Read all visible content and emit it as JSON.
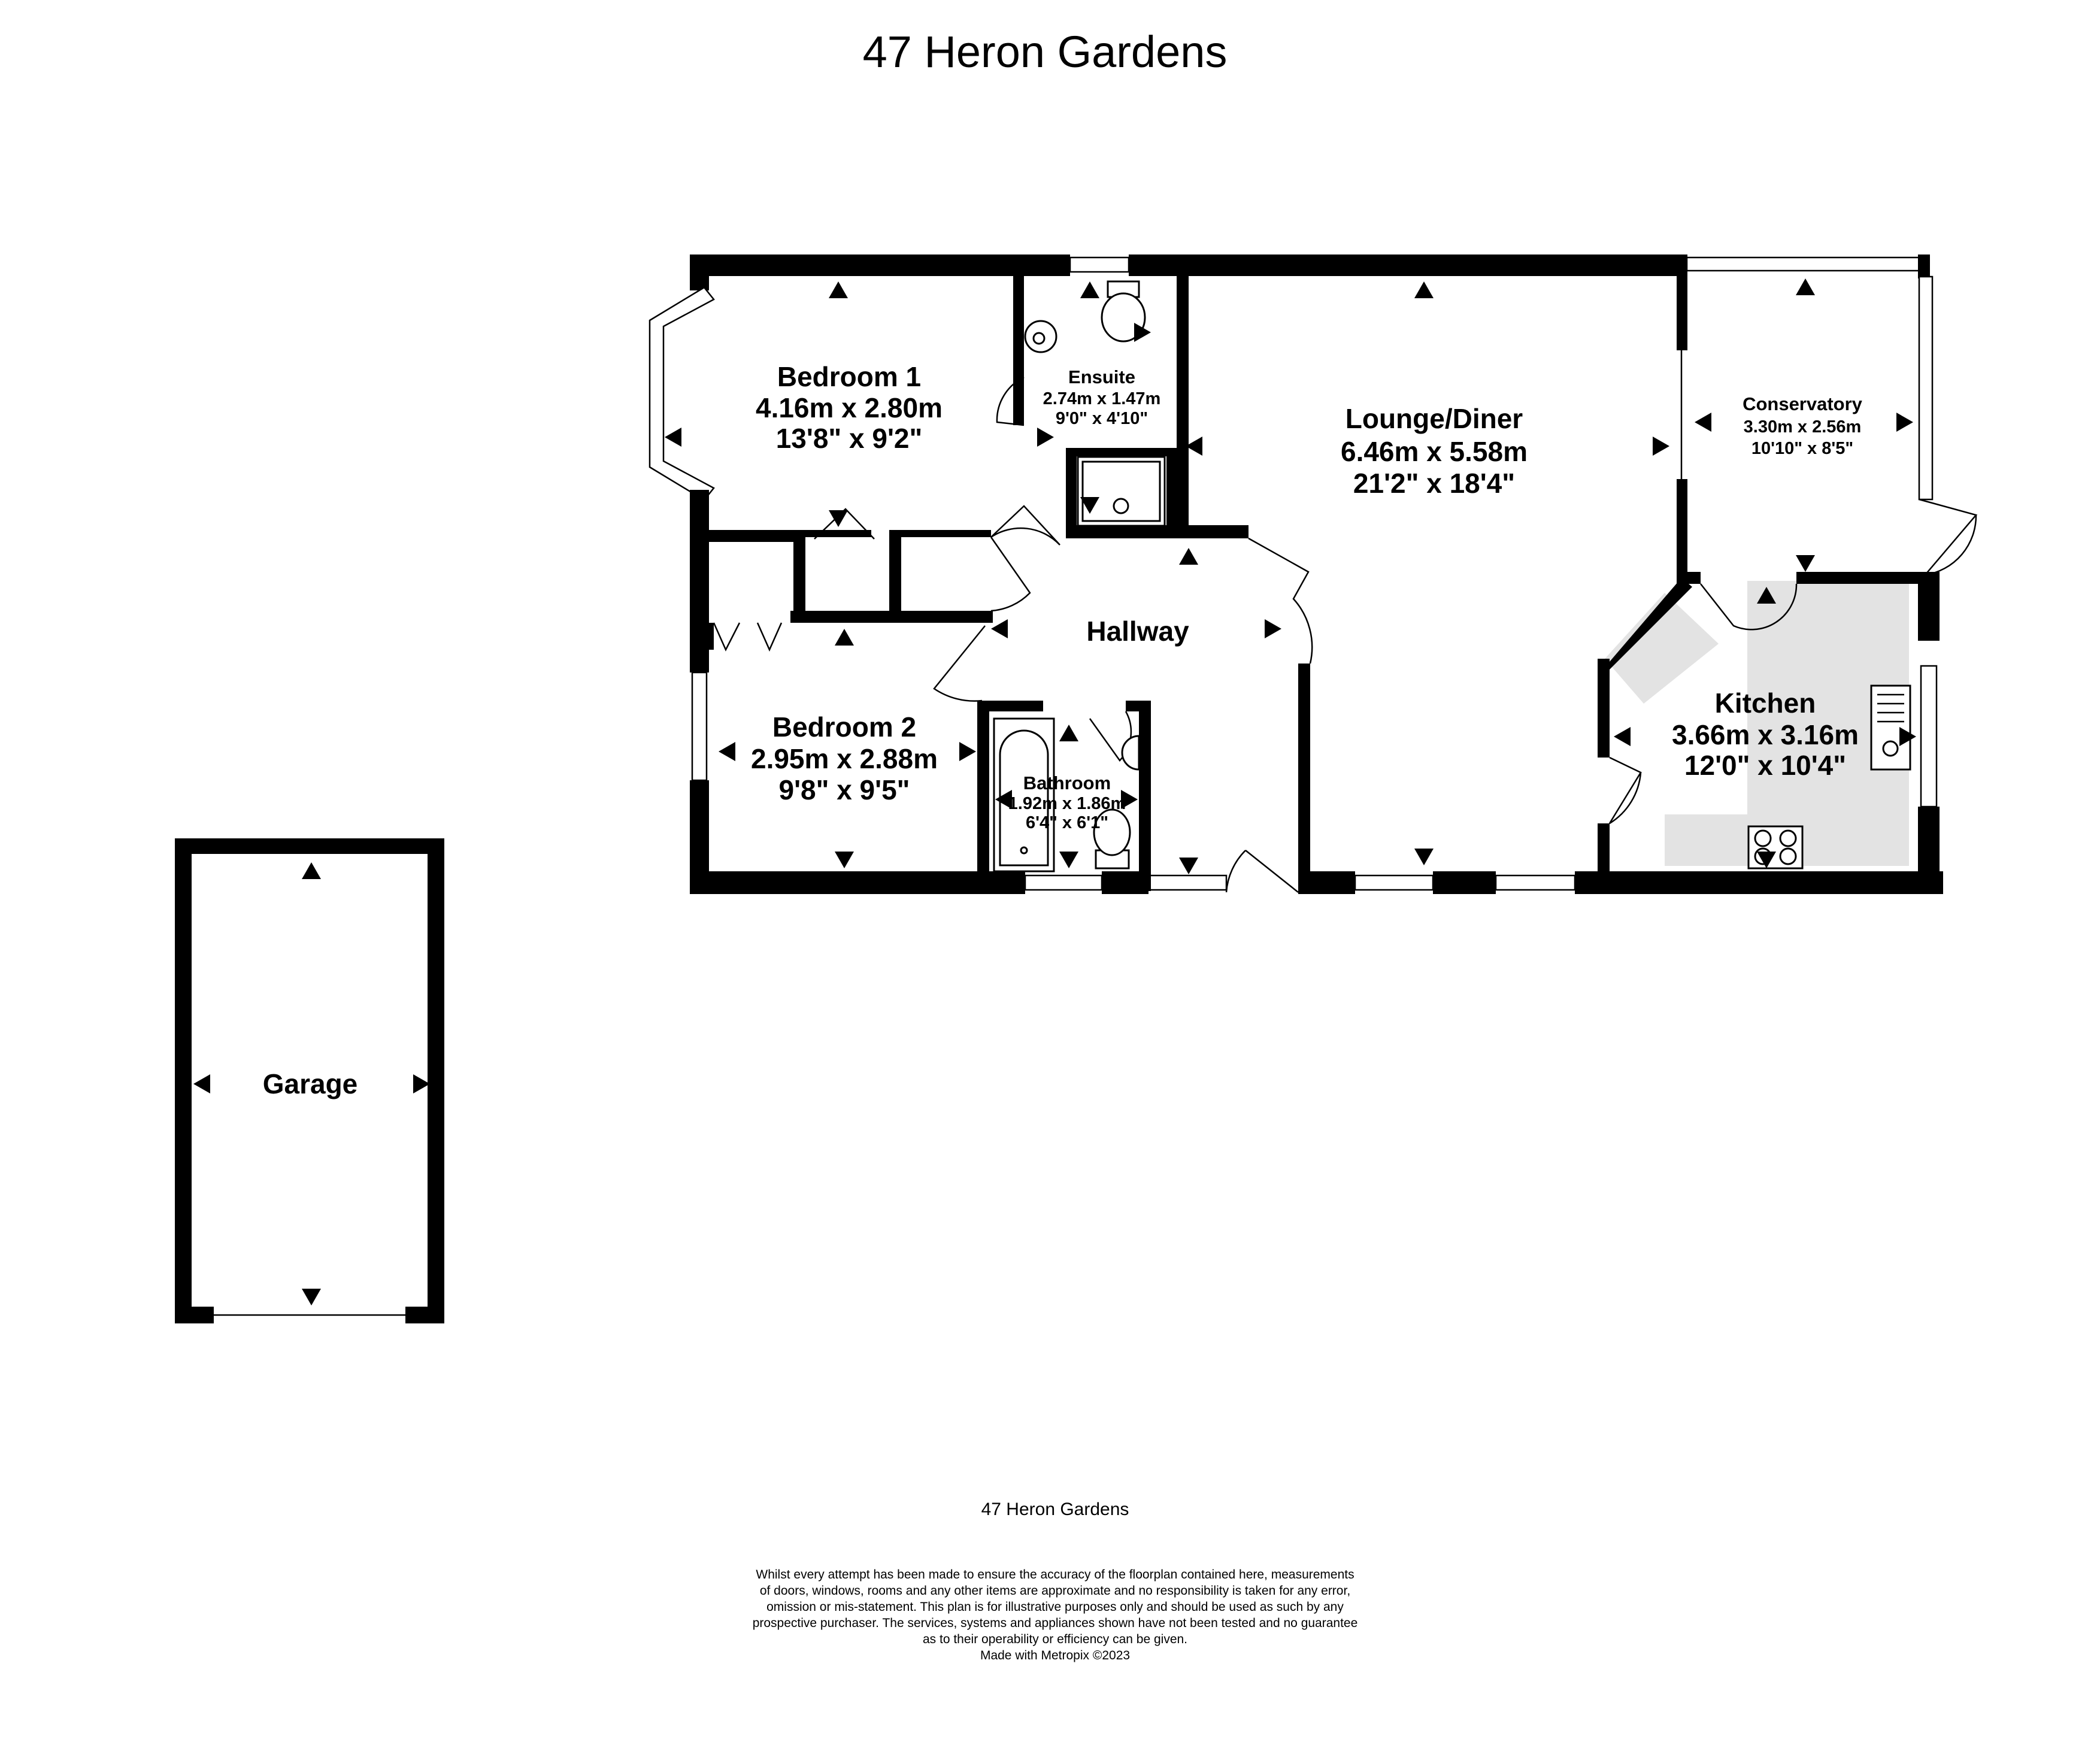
{
  "title": "47 Heron Gardens",
  "rooms": {
    "bedroom1": {
      "name": "Bedroom 1",
      "metric": "4.16m  x 2.80m",
      "imperial": "13'8\"  x 9'2\""
    },
    "ensuite": {
      "name": "Ensuite",
      "metric": "2.74m  x 1.47m",
      "imperial": "9'0\"  x 4'10\""
    },
    "lounge": {
      "name": "Lounge/Diner",
      "metric": "6.46m  x 5.58m",
      "imperial": "21'2\"  x 18'4\""
    },
    "conservatory": {
      "name": "Conservatory",
      "metric": "3.30m  x 2.56m",
      "imperial": "10'10\"  x 8'5\""
    },
    "hallway": {
      "name": "Hallway"
    },
    "bedroom2": {
      "name": "Bedroom 2",
      "metric": "2.95m  x 2.88m",
      "imperial": "9'8\"  x 9'5\""
    },
    "bathroom": {
      "name": "Bathroom",
      "metric": "1.92m  x 1.86m",
      "imperial": "6'4\"  x 6'1\""
    },
    "kitchen": {
      "name": "Kitchen",
      "metric": "3.66m  x 3.16m",
      "imperial": "12'0\"  x 10'4\""
    },
    "garage": {
      "name": "Garage"
    }
  },
  "footer": {
    "caption": "47 Heron Gardens",
    "disclaimer": [
      "Whilst every attempt has been made to ensure the accuracy of the floorplan contained here, measurements",
      "of doors, windows, rooms and any other items are approximate and no responsibility is taken for any error,",
      "omission or mis-statement. This plan is for illustrative purposes only and should be used as such by any",
      "prospective purchaser. The services, systems and appliances shown have not been tested and no guarantee",
      "as to their operability or efficiency can be given."
    ],
    "credit": "Made with Metropix ©2023"
  }
}
